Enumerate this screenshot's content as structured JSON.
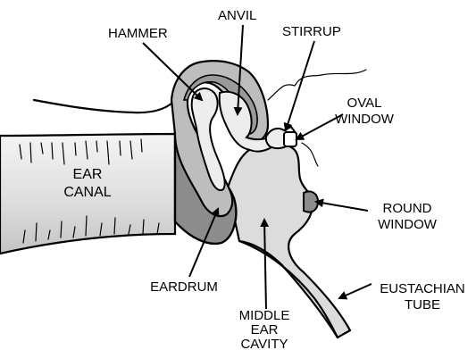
{
  "labels": {
    "hammer": "HAMMER",
    "anvil": "ANVIL",
    "stirrup": "STIRRUP",
    "oval_window": [
      "OVAL",
      "WINDOW"
    ],
    "ear_canal": [
      "EAR",
      "CANAL"
    ],
    "round_window": [
      "ROUND",
      "WINDOW"
    ],
    "eardrum": "EARDRUM",
    "eustachian_tube": [
      "EUSTACHIAN",
      "TUBE"
    ],
    "middle_ear_cavity": [
      "MIDDLE",
      "EAR",
      "CAVITY"
    ]
  },
  "colors": {
    "canal_light": "#f2f2f2",
    "canal_dark": "#c9c9c9",
    "cavity": "#dcdcdc",
    "bone": "#ededed",
    "bone_shade": "#bdbdbd",
    "eardrum": "#8c8c8c"
  }
}
